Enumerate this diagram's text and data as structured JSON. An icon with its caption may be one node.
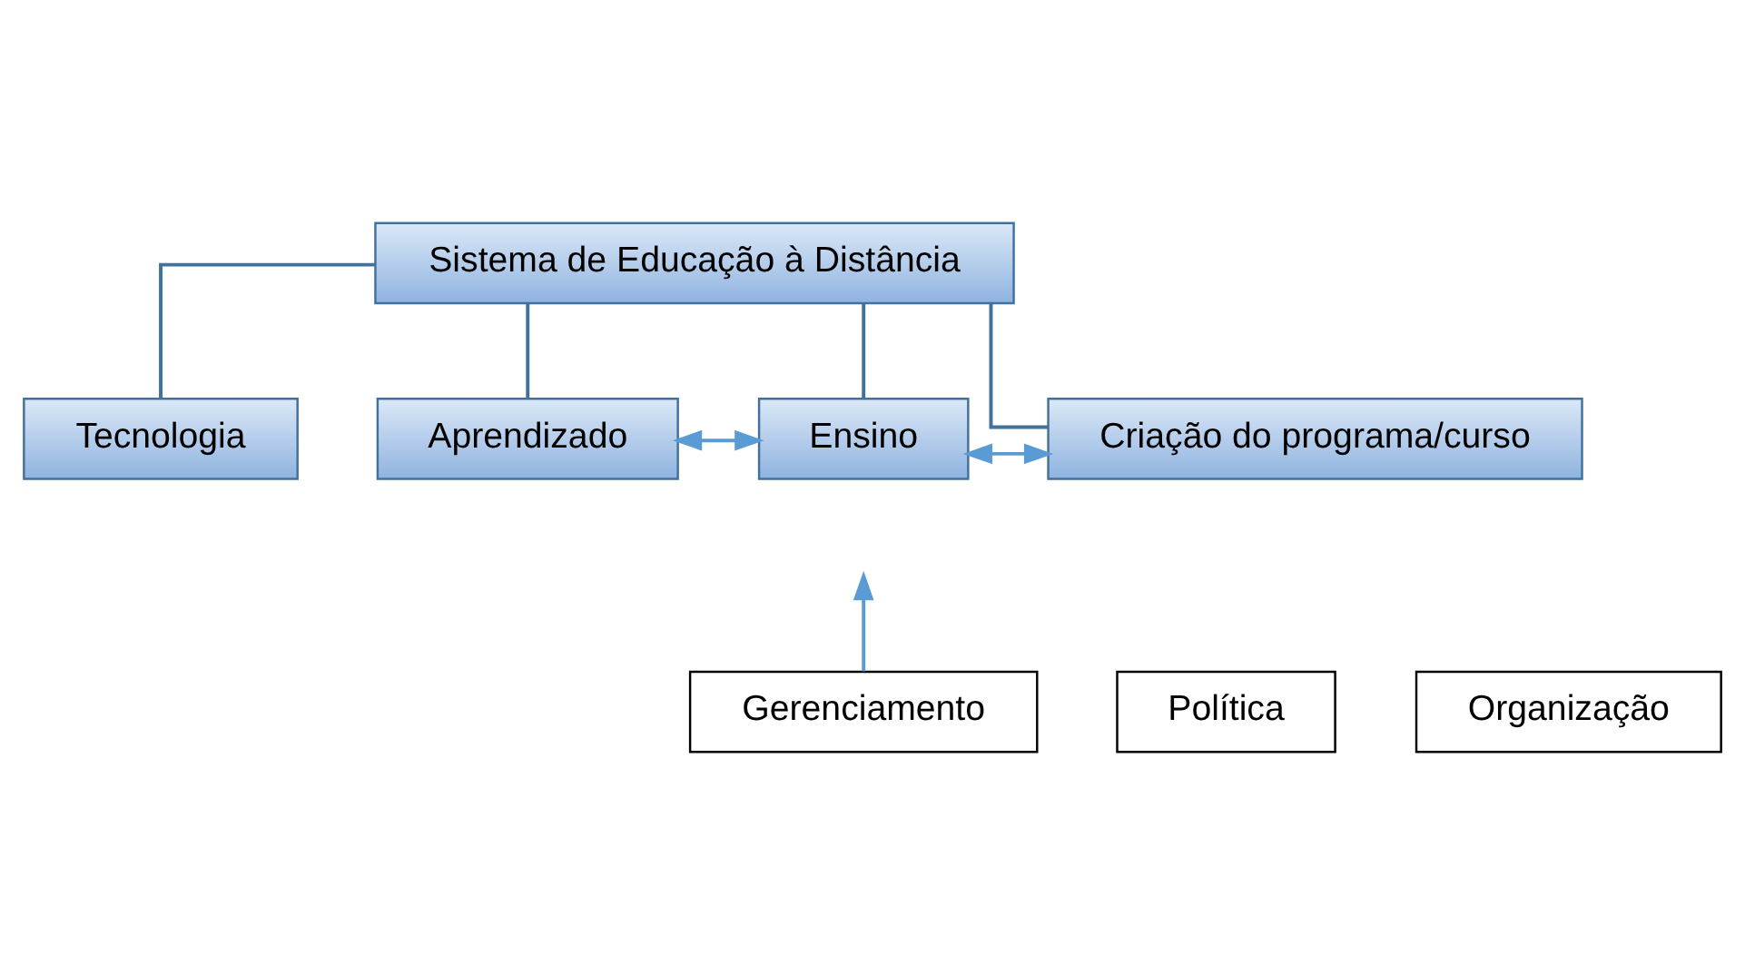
{
  "diagram": {
    "nodes": [
      {
        "text": [
          "Sistema de Educação à Distância"
        ]
      },
      {
        "text": [
          "Tecnologia"
        ]
      },
      {
        "text": [
          "Aprendizado"
        ]
      },
      {
        "text": [
          "Ensino"
        ]
      },
      {
        "text": [
          "Criação do programa/curso"
        ]
      },
      {
        "text": [
          "Política"
        ]
      },
      {
        "text": [
          "Organização"
        ]
      },
      {
        "text": [
          "Gerenciamento"
        ]
      }
    ],
    "edges": [
      {
        "from": 0,
        "to": 1,
        "arrow": "none"
      },
      {
        "from": 0,
        "to": 2,
        "arrow": "none"
      },
      {
        "from": 0,
        "to": 3,
        "arrow": "none"
      },
      {
        "from": 0,
        "to": 4,
        "arrow": "none"
      },
      {
        "from": 2,
        "to": 3,
        "arrow": "both",
        "color": "#5b9bd5"
      },
      {
        "from": 3,
        "to": 4,
        "arrow": "both",
        "color": "#5b9bd5"
      },
      {
        "from": 7,
        "to": null,
        "arrow": "to",
        "color": "#5b9bd5"
      }
    ]
  }
}
